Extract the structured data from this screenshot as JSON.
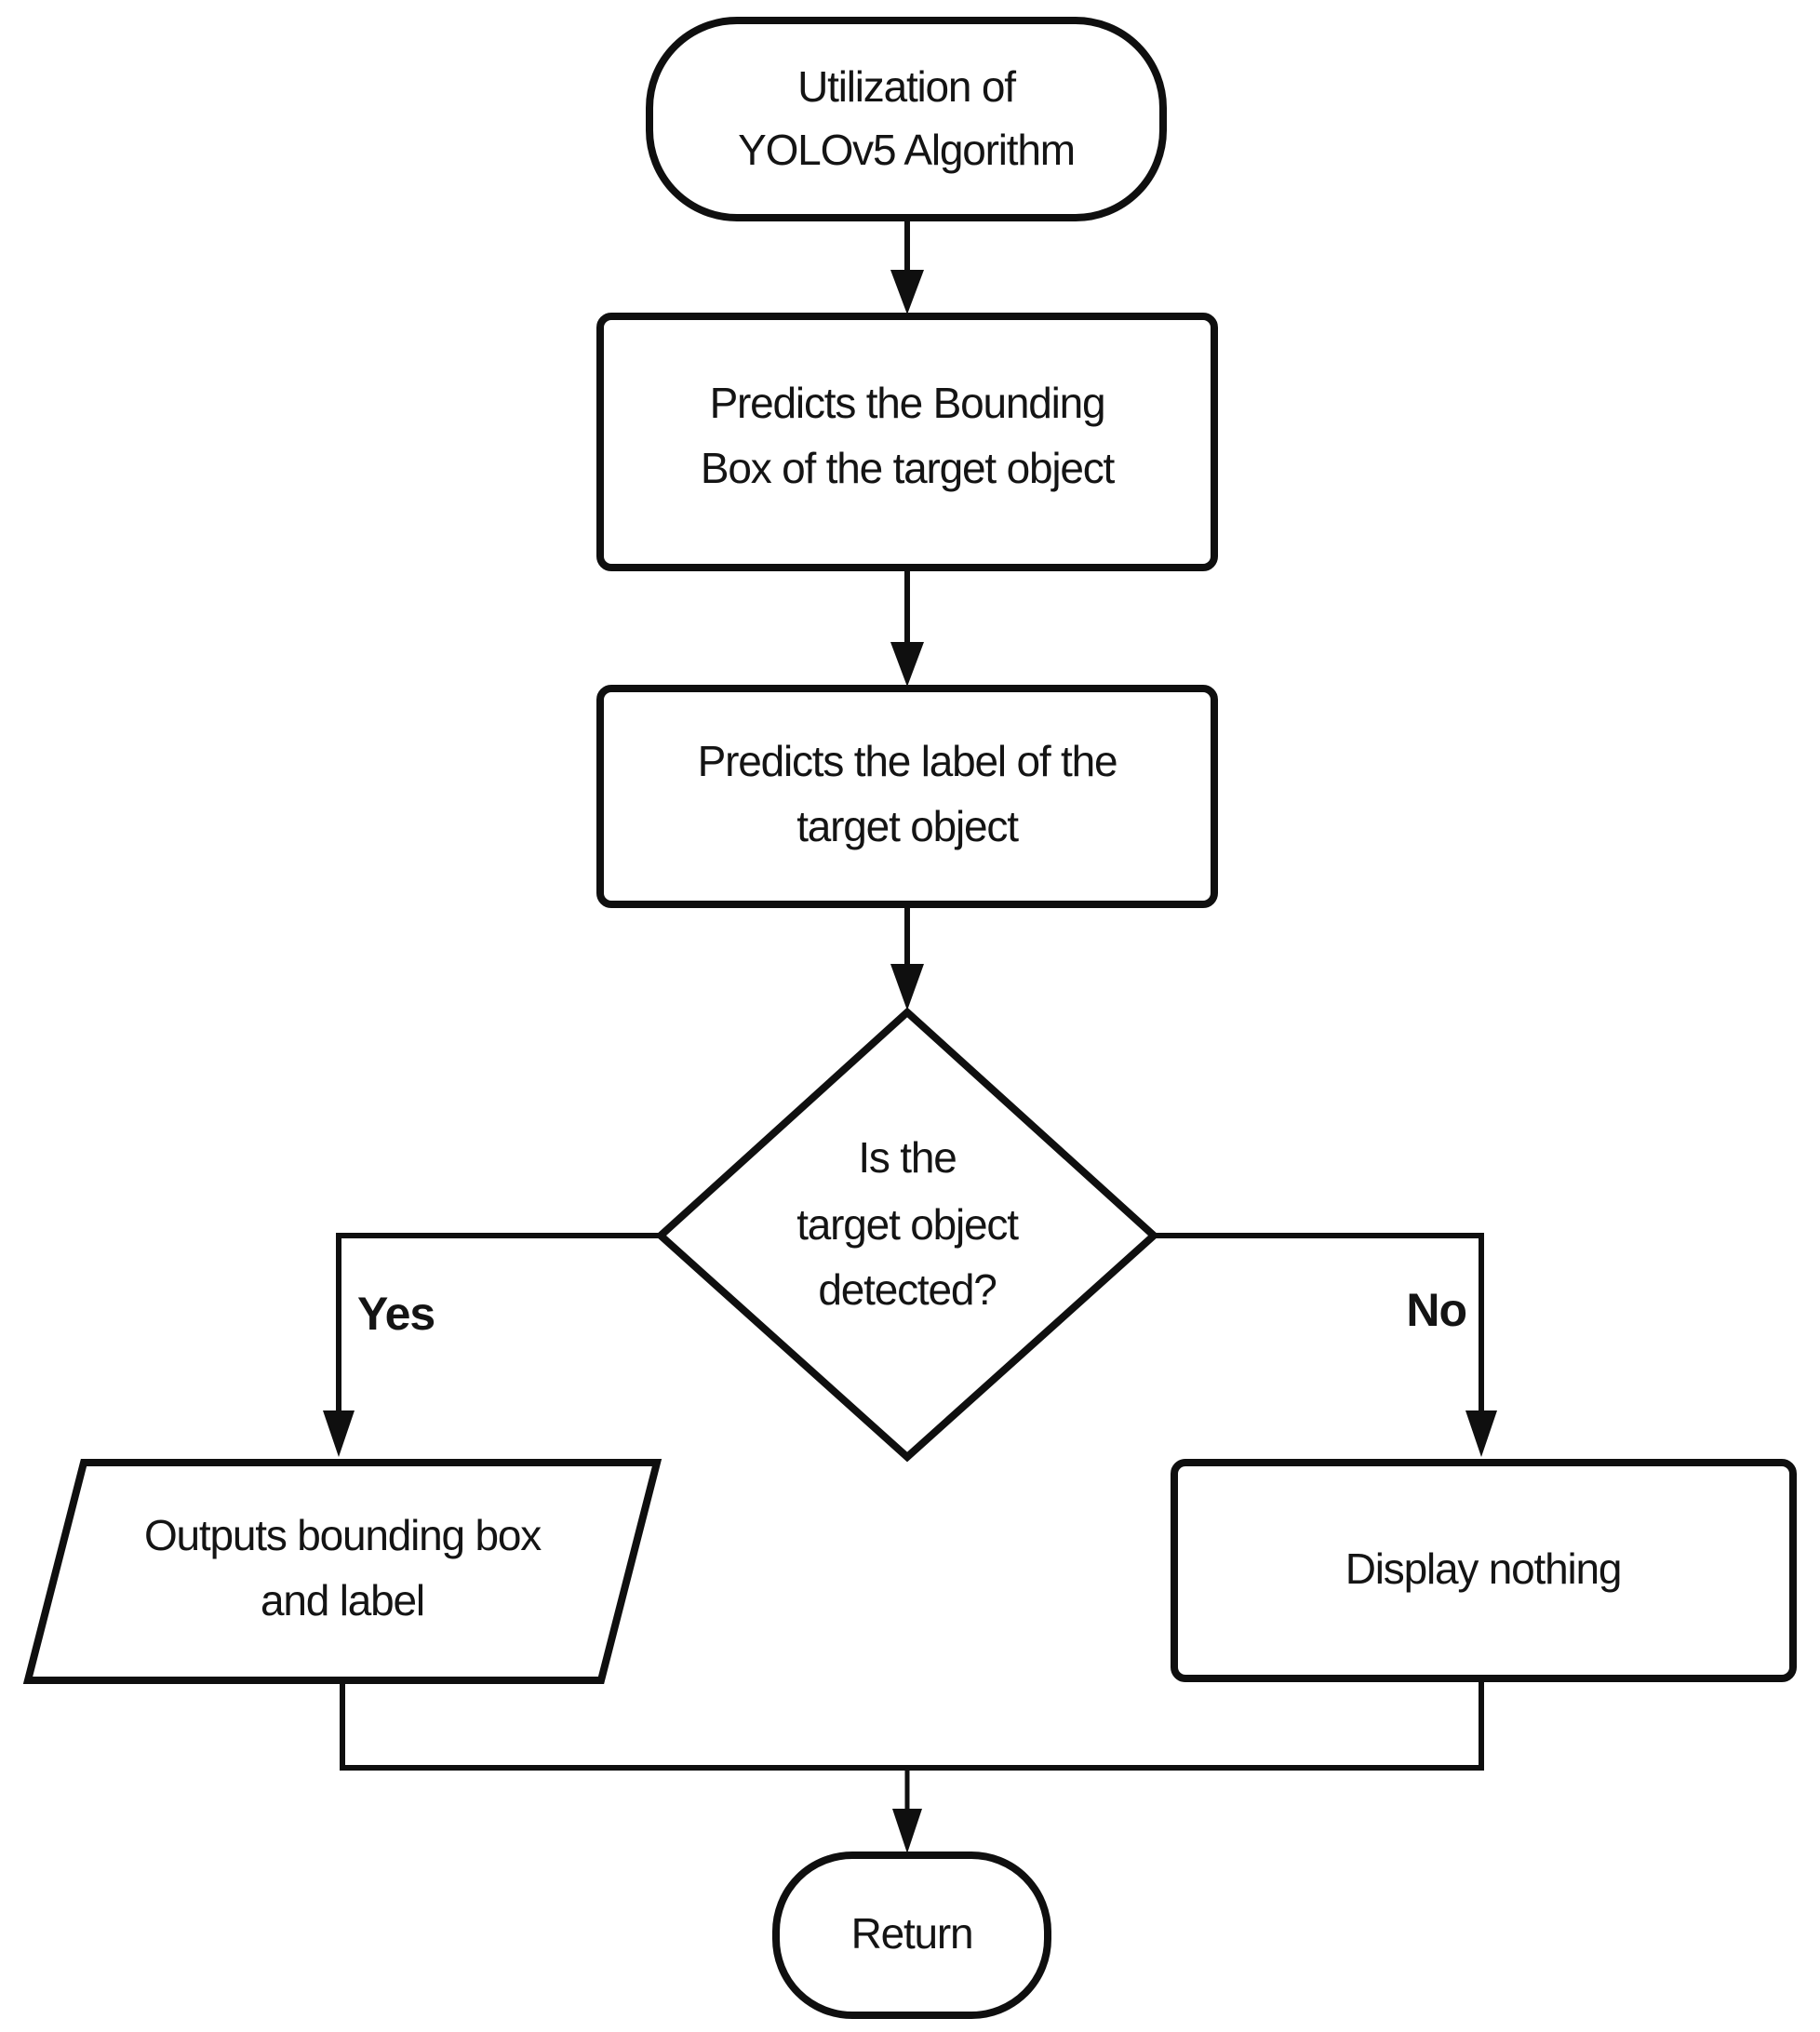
{
  "diagram": {
    "type": "flowchart",
    "colors": {
      "background": "#ffffff",
      "stroke": "#0f0f0f",
      "text": "#141414",
      "shape_fill": "#ffffff"
    },
    "nodes": {
      "start": {
        "shape": "terminator",
        "lines": [
          "Utilization of",
          "YOLOv5 Algorithm"
        ]
      },
      "predict_box": {
        "shape": "process",
        "lines": [
          "Predicts the Bounding",
          "Box of the target object"
        ]
      },
      "predict_label": {
        "shape": "process",
        "lines": [
          "Predicts the label of the",
          "target object"
        ]
      },
      "decision": {
        "shape": "decision",
        "lines": [
          "Is the",
          "target object",
          "detected?"
        ]
      },
      "output_result": {
        "shape": "input-output",
        "lines": [
          "Outputs bounding box",
          "and label"
        ]
      },
      "display_nothing": {
        "shape": "process",
        "lines": [
          "Display nothing"
        ]
      },
      "end": {
        "shape": "terminator",
        "lines": [
          "Return"
        ]
      }
    },
    "edges": {
      "yes_label": "Yes",
      "no_label": "No"
    }
  }
}
